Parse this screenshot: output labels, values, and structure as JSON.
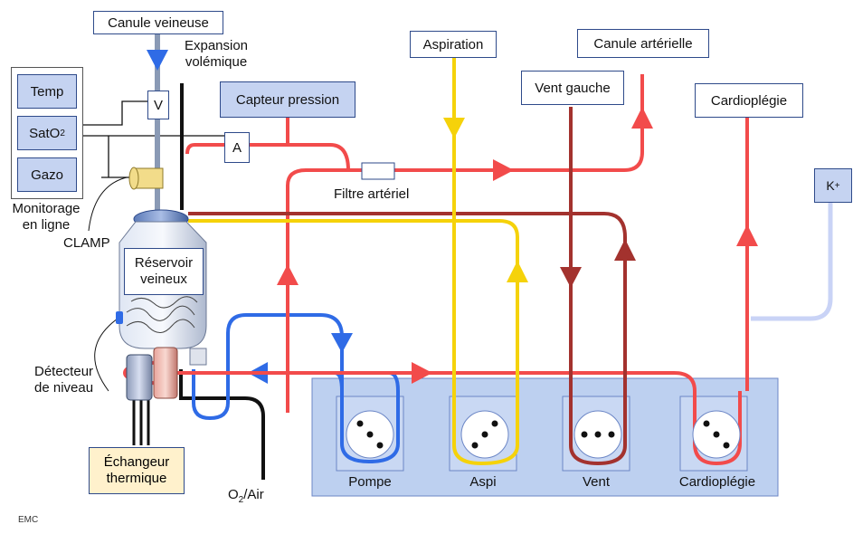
{
  "labels": {
    "canule_veineuse": "Canule veineuse",
    "expansion_volemique": [
      "Expansion",
      "volémique"
    ],
    "capteur_pression": "Capteur pression",
    "aspiration": "Aspiration",
    "canule_arterielle": "Canule artérielle",
    "vent_gauche": "Vent gauche",
    "cardioplegie_top": "Cardioplégie",
    "k_plus": "K+",
    "monitor": {
      "temp": "Temp",
      "sato2": "SatO2",
      "gazo": "Gazo"
    },
    "monitorage": [
      "Monitorage",
      "en ligne"
    ],
    "clamp": "CLAMP",
    "reservoir": [
      "Réservoir",
      "veineux"
    ],
    "valve_v": "V",
    "valve_a": "A",
    "filtre_arteriel": "Filtre artériel",
    "detecteur": [
      "Détecteur",
      "de niveau"
    ],
    "echangeur": [
      "Échangeur",
      "thermique"
    ],
    "o2_air": "O2/Air",
    "pumps": [
      "Pompe",
      "Aspi",
      "Vent",
      "Cardioplégie"
    ],
    "logo": "EMC"
  },
  "colors": {
    "arterial": "#f24b4b",
    "venous": "#2f6be6",
    "aspiration": "#f5d20a",
    "vent": "#a3322e",
    "k_line": "#c9d3f6",
    "box_fill": "#c5d3f1",
    "box_border": "#2e4a8a",
    "pump_bg": "#bdd0f0"
  }
}
